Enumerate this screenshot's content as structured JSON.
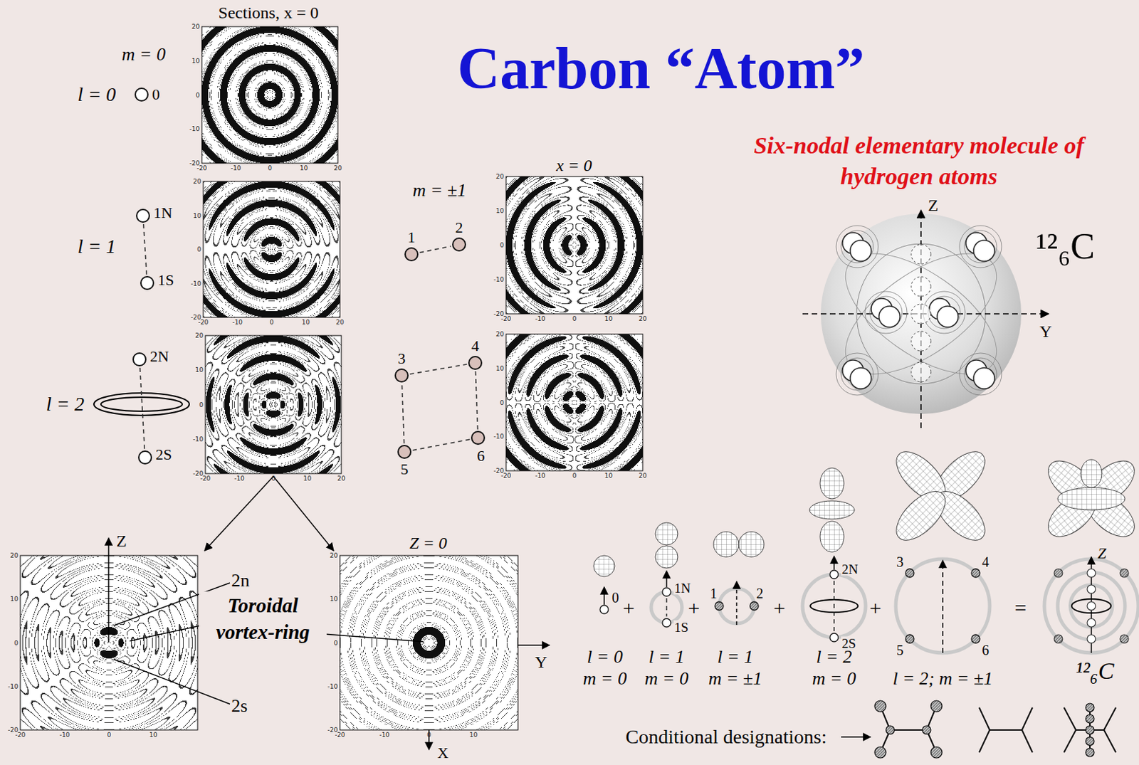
{
  "diagram": {
    "title": "Carbon “Atom”",
    "nodes": [
      {
        "text": [
          "0"
        ]
      },
      {
        "text": [
          "1N"
        ]
      },
      {
        "text": [
          "1S"
        ]
      },
      {
        "text": [
          "2N"
        ]
      },
      {
        "text": [
          "2S"
        ]
      },
      {
        "text": [
          "1"
        ]
      },
      {
        "text": [
          "2"
        ]
      },
      {
        "text": [
          "3"
        ]
      },
      {
        "text": [
          "4"
        ]
      },
      {
        "text": [
          "5"
        ]
      },
      {
        "text": [
          "6"
        ]
      },
      {
        "text": [
          "0"
        ]
      },
      {
        "text": [
          "1N"
        ]
      },
      {
        "text": [
          "1S"
        ]
      },
      {
        "text": [
          "1"
        ]
      },
      {
        "text": [
          "2"
        ]
      },
      {
        "text": [
          "2N"
        ]
      },
      {
        "text": [
          "2S"
        ]
      },
      {
        "text": [
          "3"
        ]
      },
      {
        "text": [
          "4"
        ]
      },
      {
        "text": [
          "5"
        ]
      },
      {
        "text": [
          "6"
        ]
      }
    ],
    "edges": [
      {
        "from": 1,
        "to": 2,
        "arrow": "none"
      },
      {
        "from": 3,
        "to": 4,
        "arrow": "none"
      },
      {
        "from": 5,
        "to": 6,
        "arrow": "none"
      },
      {
        "from": 7,
        "to": 8,
        "arrow": "none"
      },
      {
        "from": 8,
        "to": 10,
        "arrow": "none"
      },
      {
        "from": 10,
        "to": 9,
        "arrow": "none"
      },
      {
        "from": 9,
        "to": 7,
        "arrow": "none"
      },
      {
        "from": 12,
        "to": 13,
        "arrow": "none"
      },
      {
        "from": 16,
        "to": 17,
        "arrow": "none"
      }
    ],
    "labels": [
      "Sections, x = 0",
      "m = 0",
      "l = 0",
      "l = 1",
      "l = 2",
      "x = 0",
      "m = ±1",
      "Six-nodal elementary molecule of hydrogen atoms",
      "Z",
      "Y",
      "¹²₆C",
      "Z",
      "2n",
      "Toroidal vortex-ring",
      "2s",
      "Z = 0",
      "Y",
      "X",
      "+",
      "+",
      "+",
      "+",
      "=",
      "Z",
      "¹²₆C",
      "l = 0",
      "m = 0",
      "l = 1",
      "m = 0",
      "l = 1",
      "m = ±1",
      "l = 2",
      "m = 0",
      "l = 2; m = ±1",
      "Conditional designations:",
      "20",
      "10",
      "0",
      "-10",
      "-20",
      "-20",
      "-10",
      "0",
      "10",
      "20",
      "20",
      "10",
      "0",
      "-10",
      "-20",
      "-20",
      "-10",
      "0",
      "10",
      "20",
      "20",
      "10",
      "0",
      "-10",
      "-20",
      "-20",
      "-10",
      "0",
      "10",
      "20",
      "20",
      "10",
      "0",
      "-10",
      "-20",
      "-20",
      "-10",
      "0",
      "10",
      "20",
      "20",
      "10",
      "0",
      "-10",
      "-20",
      "-20",
      "-10",
      "0",
      "10",
      "20",
      "20",
      "10",
      "0",
      "-10",
      "-20",
      "-20",
      "-10",
      "0",
      "10",
      "20",
      "10",
      "0",
      "-10",
      "-20",
      "-20",
      "-10",
      "0",
      "10"
    ]
  }
}
